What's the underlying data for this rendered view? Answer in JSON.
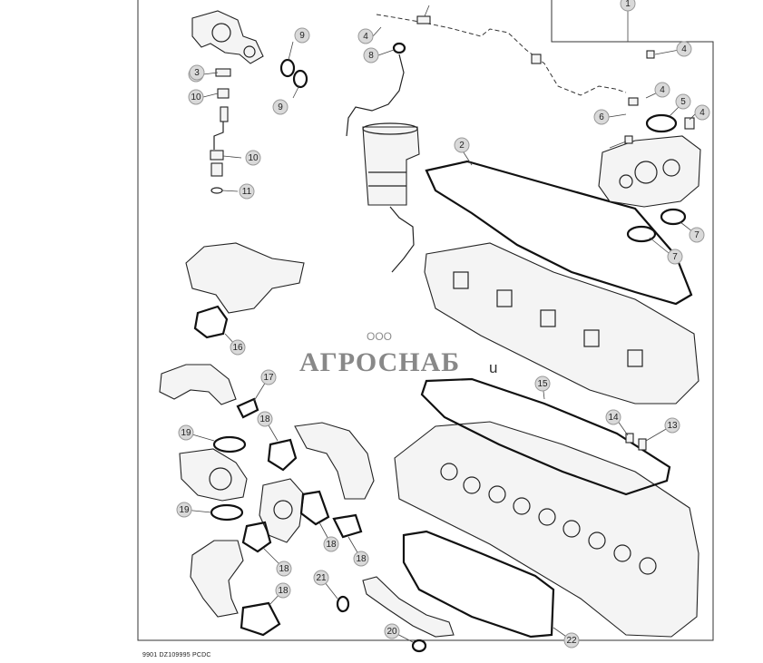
{
  "footer": {
    "code": "9901  DZ109995  PCDC"
  },
  "watermark": {
    "company_type": "ООО",
    "company_name": "АГРОСНАБ",
    "fragment": "u"
  },
  "callouts": [
    {
      "label": "1"
    },
    {
      "label": "3"
    },
    {
      "label": "9"
    },
    {
      "label": "4"
    },
    {
      "label": "8"
    },
    {
      "label": "3"
    },
    {
      "label": "10"
    },
    {
      "label": "9"
    },
    {
      "label": "4"
    },
    {
      "label": "5"
    },
    {
      "label": "6"
    },
    {
      "label": "4"
    },
    {
      "label": "4"
    },
    {
      "label": "10"
    },
    {
      "label": "2"
    },
    {
      "label": "11"
    },
    {
      "label": "7"
    },
    {
      "label": "7"
    },
    {
      "label": "16"
    },
    {
      "label": "15"
    },
    {
      "label": "17"
    },
    {
      "label": "14"
    },
    {
      "label": "13"
    },
    {
      "label": "18"
    },
    {
      "label": "19"
    },
    {
      "label": "19"
    },
    {
      "label": "18"
    },
    {
      "label": "18"
    },
    {
      "label": "18"
    },
    {
      "label": "21"
    },
    {
      "label": "18"
    },
    {
      "label": "20"
    },
    {
      "label": "22"
    }
  ]
}
